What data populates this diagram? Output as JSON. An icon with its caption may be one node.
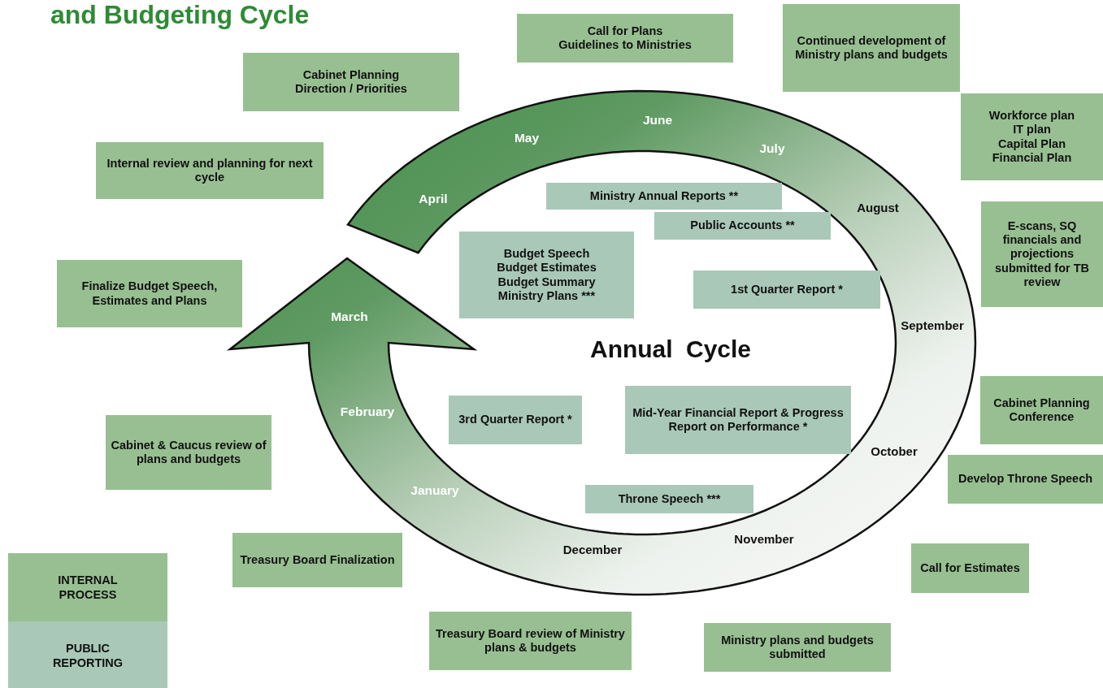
{
  "diagram": {
    "title": "and Budgeting Cycle",
    "nodes": [
      {
        "text": [
          "Cabinet Planning",
          "Direction / Priorities"
        ]
      },
      {
        "text": [
          "Call for Plans",
          "Guidelines to Ministries"
        ]
      },
      {
        "text": [
          "Continued development of Ministry plans and budgets"
        ]
      },
      {
        "text": [
          "Workforce plan",
          "IT plan",
          "Capital Plan",
          "Financial Plan"
        ]
      },
      {
        "text": [
          "Internal review and planning for next cycle"
        ]
      },
      {
        "text": [
          "E-scans, SQ financials and projections submitted for TB review"
        ]
      },
      {
        "text": [
          "Ministry Annual Reports **"
        ]
      },
      {
        "text": [
          "Public Accounts **"
        ]
      },
      {
        "text": [
          "Budget Speech",
          "Budget Estimates",
          "Budget Summary",
          "Ministry Plans ***"
        ]
      },
      {
        "text": [
          "Finalize Budget Speech, Estimates and Plans"
        ]
      },
      {
        "text": [
          "1st Quarter Report *"
        ]
      },
      {
        "text": [
          "Cabinet Planning Conference"
        ]
      },
      {
        "text": [
          "3rd Quarter Report *"
        ]
      },
      {
        "text": [
          "Mid-Year Financial Report & Progress Report on Performance *"
        ]
      },
      {
        "text": [
          "Cabinet & Caucus review of plans and budgets"
        ]
      },
      {
        "text": [
          "Develop Throne Speech"
        ]
      },
      {
        "text": [
          "Throne Speech ***"
        ]
      },
      {
        "text": [
          "Treasury Board Finalization"
        ]
      },
      {
        "text": [
          "Call for Estimates"
        ]
      },
      {
        "text": [
          "Treasury Board review of Ministry plans & budgets"
        ]
      },
      {
        "text": [
          "Ministry plans and budgets submitted"
        ]
      }
    ],
    "labels": [
      "April",
      "May",
      "June",
      "July",
      "August",
      "September",
      "October",
      "November",
      "December",
      "January",
      "February",
      "March",
      "Annual Cycle"
    ],
    "legend": [
      {
        "text": "INTERNAL PROCESS",
        "color": "#98bf92"
      },
      {
        "text": "PUBLIC REPORTING",
        "color": "#a9c8b8"
      }
    ]
  }
}
